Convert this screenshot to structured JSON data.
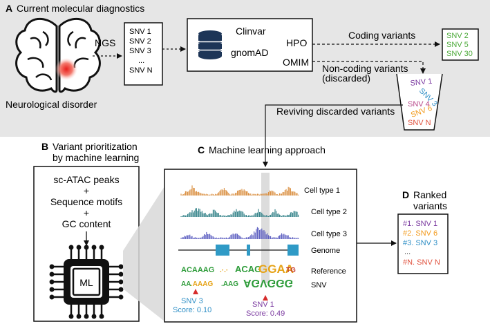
{
  "panel_a": {
    "letter": "A",
    "title": "Current molecular diagnostics",
    "brain_caption": "Neurological disorder",
    "ngs_label": "NGS",
    "snv_list": [
      "SNV 1",
      "SNV 2",
      "SNV 3",
      "...",
      "SNV N"
    ],
    "databases": {
      "clinvar": "Clinvar",
      "gnomad": "gnomAD",
      "hpo": "HPO",
      "omim": "OMIM"
    },
    "coding_label": "Coding variants",
    "coding_snvs": [
      "SNV 2",
      "SNV 5",
      "SNV 30"
    ],
    "noncoding_label_1": "Non-coding variants",
    "noncoding_label_2": "(discarded)",
    "bin_snvs": [
      {
        "label": "SNV 1",
        "color": "#7b3aa0"
      },
      {
        "label": "SNV 3",
        "color": "#2f8fc6"
      },
      {
        "label": "SNV 4",
        "color": "#b84a8a"
      },
      {
        "label": "SNV 6",
        "color": "#f29a1c"
      },
      {
        "label": "SNV N",
        "color": "#e0503c"
      }
    ],
    "reviving_label": "Reviving discarded variants"
  },
  "panel_b": {
    "letter": "B",
    "title_1": "Variant prioritization",
    "title_2": "by machine learning",
    "features": [
      "sc-ATAC peaks",
      "+",
      "Sequence motifs",
      "+",
      "GC content"
    ],
    "chip_label": "ML"
  },
  "panel_c": {
    "letter": "C",
    "title": "Machine learning approach",
    "tracks": [
      "Cell type 1",
      "Cell type 2",
      "Cell type 3",
      "Genome",
      "Reference",
      "SNV"
    ],
    "ref_seq": "ACAAAG",
    "ref_center": "GGAA",
    "snv3": {
      "label": "SNV 3",
      "score": "Score: 0.10",
      "color": "#2f8fc6"
    },
    "snv1": {
      "label": "SNV 1",
      "score": "Score: 0.49",
      "color": "#7b3aa0"
    }
  },
  "panel_d": {
    "letter": "D",
    "title_1": "Ranked",
    "title_2": "variants",
    "ranks": [
      {
        "label": "#1. SNV 1",
        "color": "#7b3aa0"
      },
      {
        "label": "#2. SNV 6",
        "color": "#f29a1c"
      },
      {
        "label": "#3. SNV 3",
        "color": "#2f8fc6"
      },
      {
        "label": "...",
        "color": "#333333"
      },
      {
        "label": "#N. SNV N",
        "color": "#e0503c"
      }
    ]
  },
  "colors": {
    "panel_a_bg": "#e6e6e6",
    "coding_green": "#4caa3a",
    "track1": "#d98b3a",
    "track2": "#2e7f86",
    "track3": "#5a5cc0",
    "genome_exon": "#2f9ac6",
    "arrow_red": "#d62c2c"
  }
}
